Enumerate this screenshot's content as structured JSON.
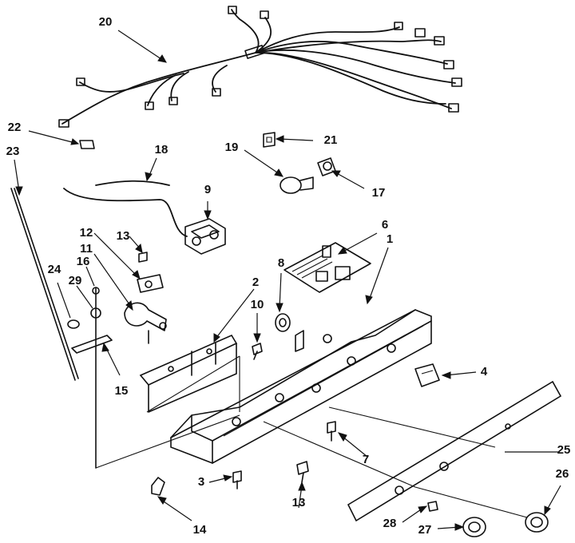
{
  "diagram": {
    "callouts": [
      {
        "id": "c20",
        "label": "20"
      },
      {
        "id": "c22",
        "label": "22"
      },
      {
        "id": "c23",
        "label": "23"
      },
      {
        "id": "c18",
        "label": "18"
      },
      {
        "id": "c21",
        "label": "21"
      },
      {
        "id": "c19",
        "label": "19"
      },
      {
        "id": "c17",
        "label": "17"
      },
      {
        "id": "c9",
        "label": "9"
      },
      {
        "id": "c6",
        "label": "6"
      },
      {
        "id": "c1",
        "label": "1"
      },
      {
        "id": "c12",
        "label": "12"
      },
      {
        "id": "c13a",
        "label": "13"
      },
      {
        "id": "c11",
        "label": "11"
      },
      {
        "id": "c16",
        "label": "16"
      },
      {
        "id": "c24",
        "label": "24"
      },
      {
        "id": "c29",
        "label": "29"
      },
      {
        "id": "c8",
        "label": "8"
      },
      {
        "id": "c2",
        "label": "2"
      },
      {
        "id": "c10",
        "label": "10"
      },
      {
        "id": "c4",
        "label": "4"
      },
      {
        "id": "c15",
        "label": "15"
      },
      {
        "id": "c7",
        "label": "7"
      },
      {
        "id": "c25",
        "label": "25"
      },
      {
        "id": "c26",
        "label": "26"
      },
      {
        "id": "c3",
        "label": "3"
      },
      {
        "id": "c13b",
        "label": "13"
      },
      {
        "id": "c28",
        "label": "28"
      },
      {
        "id": "c27",
        "label": "27"
      },
      {
        "id": "c14",
        "label": "14"
      }
    ]
  }
}
